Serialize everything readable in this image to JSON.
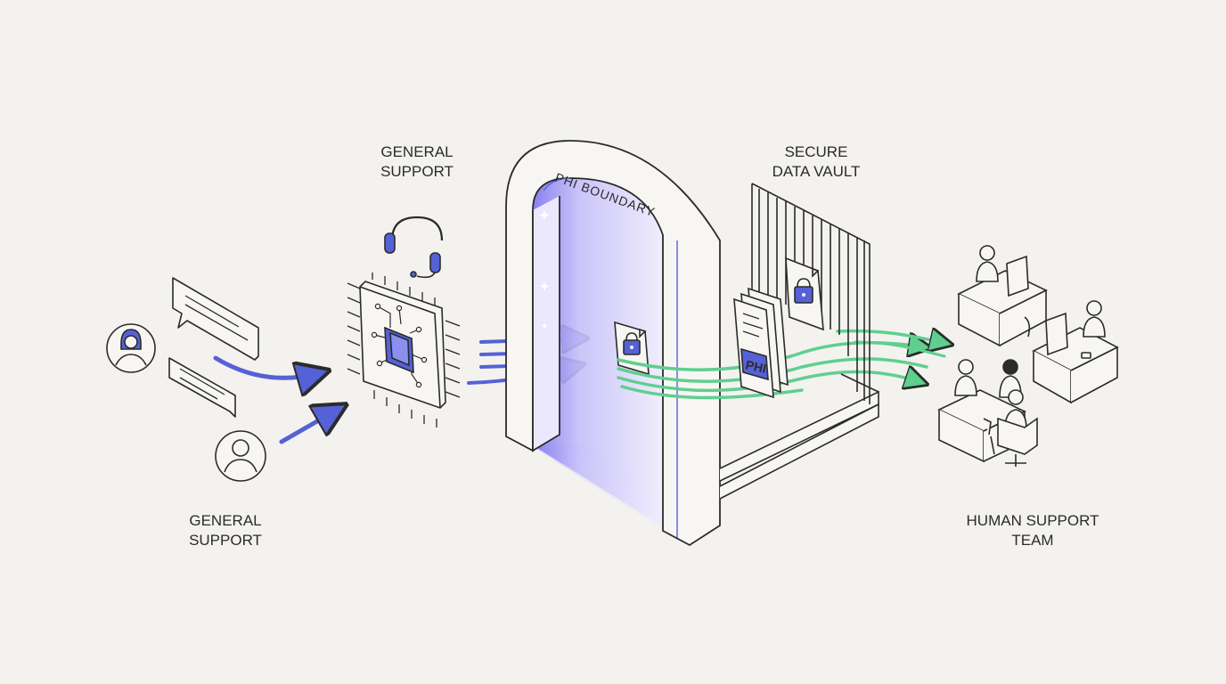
{
  "labels": {
    "users": {
      "line1": "GENERAL",
      "line2": "SUPPORT"
    },
    "ai_agent": {
      "line1": "GENERAL",
      "line2": "SUPPORT"
    },
    "vault": {
      "line1": "SECURE",
      "line2": "DATA VAULT"
    },
    "human_team": {
      "line1": "HUMAN SUPPORT",
      "line2": "TEAM"
    }
  },
  "boundary_text": "PHI BOUNDARY",
  "document_text": "PHI",
  "colors": {
    "background": "#f3f2ee",
    "stroke": "#2b2b2b",
    "accent_blue": "#5561d6",
    "accent_purple": "#d9d2fb",
    "accent_green": "#5fcf8f"
  },
  "icons": [
    "user-icon",
    "chat-bubble-icon",
    "headset-icon",
    "chip-icon",
    "lock-icon",
    "document-icon",
    "desk-worker-icon"
  ]
}
